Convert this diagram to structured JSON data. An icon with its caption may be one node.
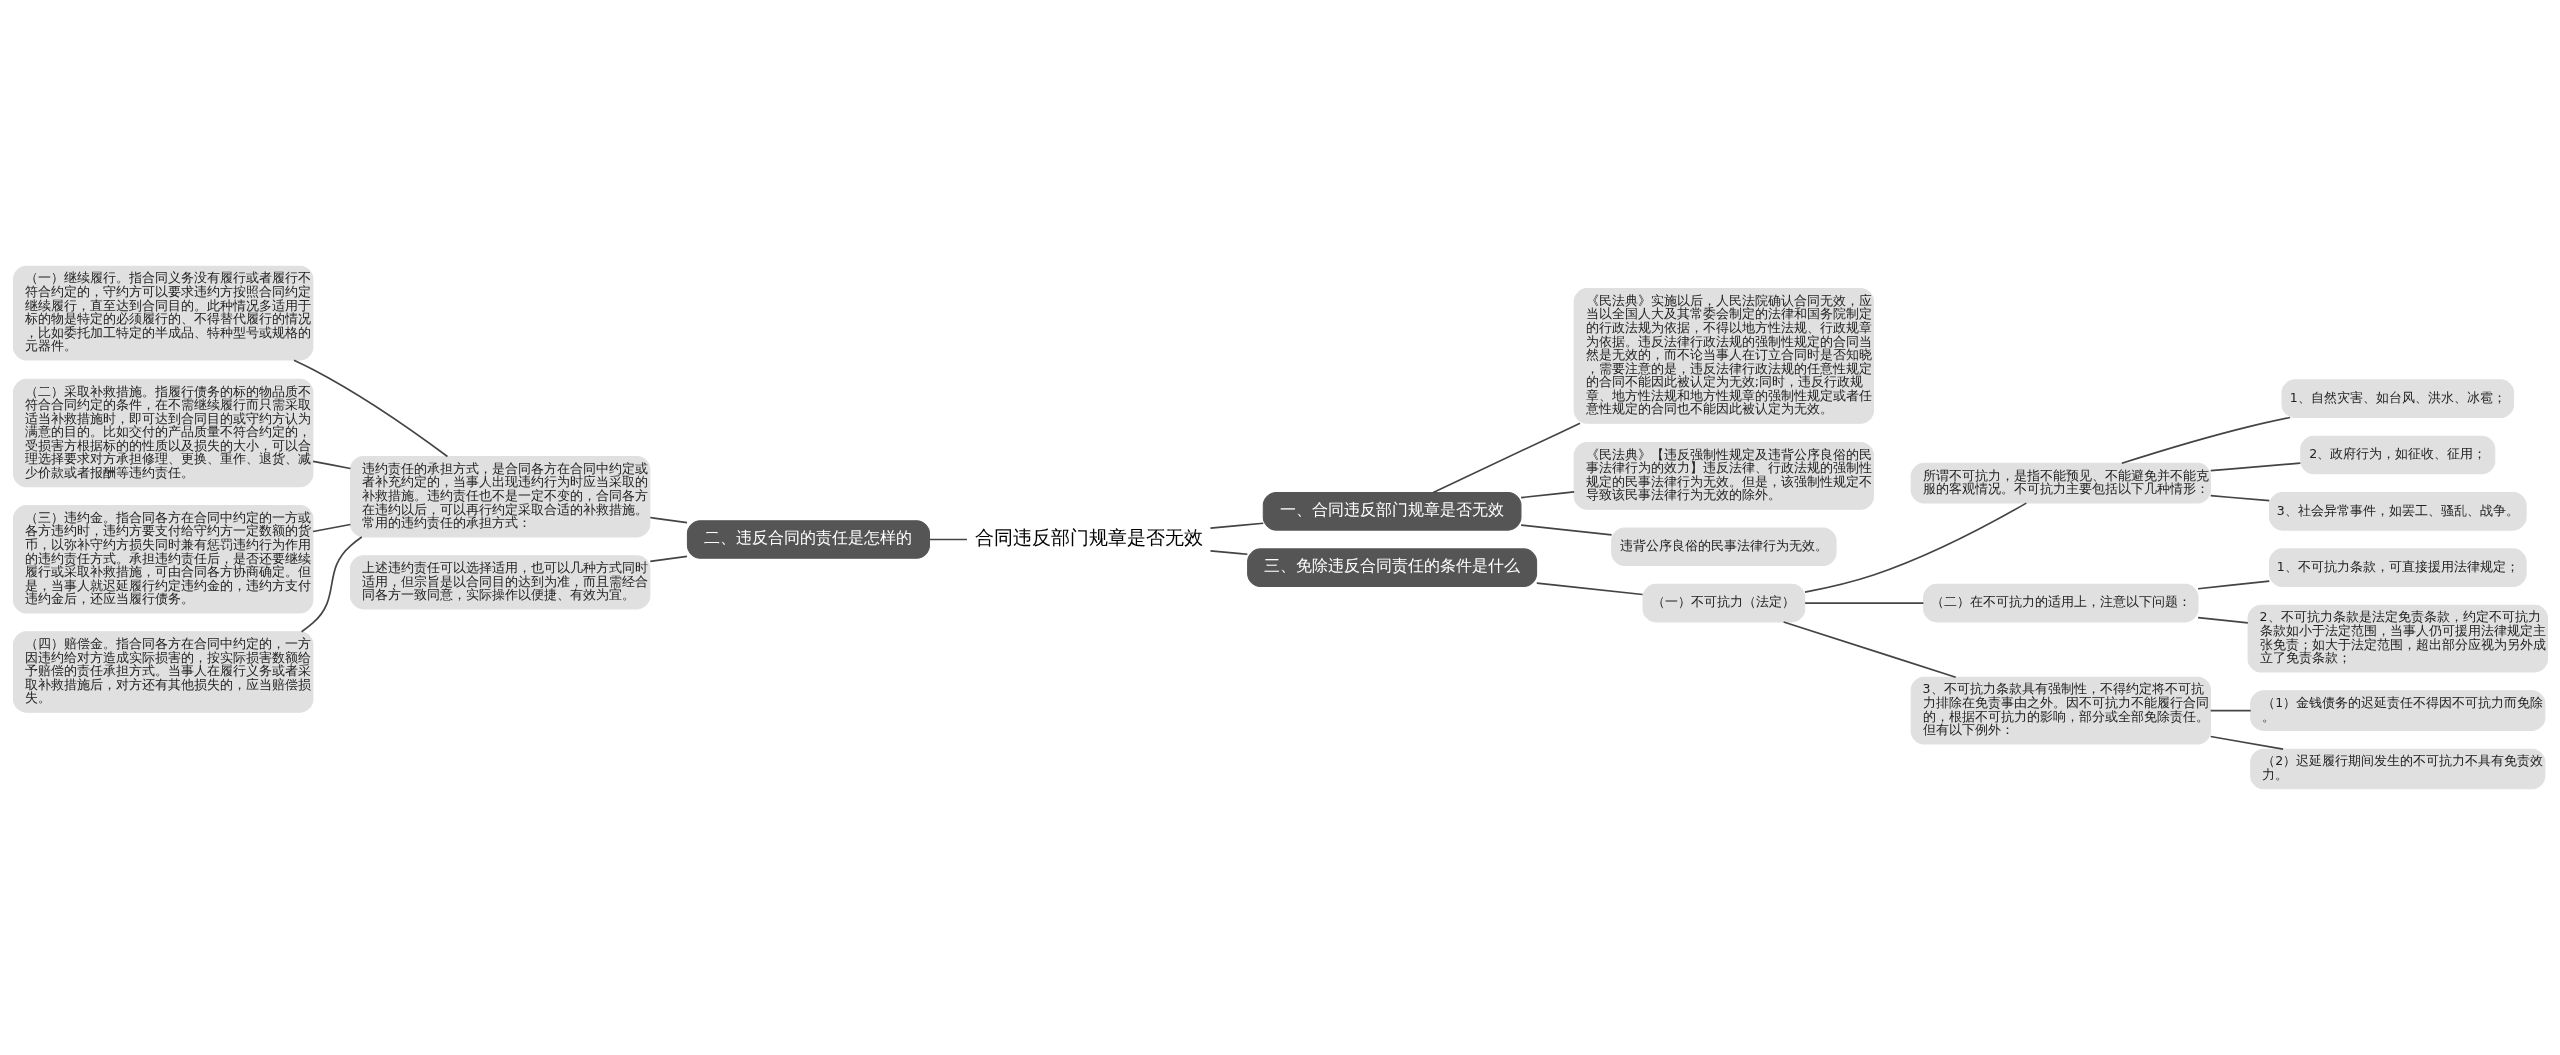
{
  "diagram": {
    "nodes": [
      {
        "text": [
          "合同违反部门规章是否无效"
        ]
      },
      {
        "text": [
          "一、合同违反部门规章是否无效"
        ]
      },
      {
        "text": [
          "《民法典》实施以后，人民法院确认合同无效，应当以全国人大及其常委会制定的法律和国务院制定的行政法规为依据，不得以地方性法规、行政规章为依据。违反法律行政法规的强制性规定的合同当然是无效的，而不论当事人在订立合同时是否知晓，需要注意的是，违反法律行政法规的任意性规定的合同不能因此被认定为无效;同时，违反行政规章、地方性法规和地方性规章的强制性规定或者任意性规定的合同也不能因此被认定为无效。"
        ]
      },
      {
        "text": [
          "《民法典》【违反强制性规定及违背公序良俗的民事法律行为的效力】违反法律、行政法规的强制性规定的民事法律行为无效。但是，该强制性规定不导致该民事法律行为无效的除外。"
        ]
      },
      {
        "text": [
          "违背公序良俗的民事法律行为无效。"
        ]
      },
      {
        "text": [
          "三、免除违反合同责任的条件是什么"
        ]
      },
      {
        "text": [
          "（一）不可抗力（法定）"
        ]
      },
      {
        "text": [
          "所谓不可抗力，是指不能预见、不能避免并不能克服的客观情况。不可抗力主要包括以下几种情形："
        ]
      },
      {
        "text": [
          "1、自然灾害、如台风、洪水、冰雹；"
        ]
      },
      {
        "text": [
          "2、政府行为，如征收、征用；"
        ]
      },
      {
        "text": [
          "3、社会异常事件，如罢工、骚乱、战争。"
        ]
      },
      {
        "text": [
          "（二）在不可抗力的适用上，注意以下问题："
        ]
      },
      {
        "text": [
          "1、不可抗力条款，可直接援用法律规定；"
        ]
      },
      {
        "text": [
          "2、不可抗力条款是法定免责条款，约定不可抗力条款如小于法定范围，当事人仍可援用法律规定主张免责；如大于法定范围，超出部分应视为另外成立了免责条款；"
        ]
      },
      {
        "text": [
          "3、不可抗力条款具有强制性，不得约定将不可抗力排除在免责事由之外。因不可抗力不能履行合同的，根据不可抗力的影响，部分或全部免除责任。但有以下例外："
        ]
      },
      {
        "text": [
          "（1）金钱债务的迟延责任不得因不可抗力而免除。"
        ]
      },
      {
        "text": [
          "（2）迟延履行期间发生的不可抗力不具有免责效力。"
        ]
      },
      {
        "text": [
          "二、违反合同的责任是怎样的"
        ]
      },
      {
        "text": [
          "违约责任的承担方式，是合同各方在合同中约定或者补充约定的，当事人出现违约行为时应当采取的补救措施。违约责任也不是一定不变的，合同各方在违约以后，可以再行约定采取合适的补救措施。常用的违约责任的承担方式："
        ]
      },
      {
        "text": [
          "（一）继续履行。指合同义务没有履行或者履行不符合约定的，守约方可以要求违约方按照合同约定继续履行，直至达到合同目的。此种情况多适用于标的物是特定的必须履行的、不得替代履行的情况，比如委托加工特定的半成品、特种型号或规格的元器件。"
        ]
      },
      {
        "text": [
          "（二）采取补救措施。指履行债务的标的物品质不符合合同约定的条件，在不需继续履行而只需采取适当补救措施时，即可达到合同目的或守约方认为满意的目的。比如交付的产品质量不符合约定的，受损害方根据标的的性质以及损失的大小，可以合理选择要求对方承担修理、更换、重作、退货、减少价款或者报酬等违约责任。"
        ]
      },
      {
        "text": [
          "（三）违约金。指合同各方在合同中约定的一方或各方违约时，违约方要支付给守约方一定数额的货币，以弥补守约方损失同时兼有惩罚违约行为作用的违约责任方式。承担违约责任后，是否还要继续履行或采取补救措施，可由合同各方协商确定。但是，当事人就迟延履行约定违约金的，违约方支付违约金后，还应当履行债务。"
        ]
      },
      {
        "text": [
          "（四）赔偿金。指合同各方在合同中约定的，一方因违约给对方造成实际损害的，按实际损害数额给予赔偿的责任承担方式。当事人在履行义务或者采取补救措施后，对方还有其他损失的，应当赔偿损失。"
        ]
      },
      {
        "text": [
          "上述违约责任可以选择适用，也可以几种方式同时适用，但宗旨是以合同目的达到为准，而且需经合同各方一致同意，实际操作以便捷、有效为宜。"
        ]
      }
    ],
    "edges": [
      {
        "from": 0,
        "to": 1,
        "arrow": "none"
      },
      {
        "from": 1,
        "to": 2,
        "arrow": "none"
      },
      {
        "from": 1,
        "to": 3,
        "arrow": "none"
      },
      {
        "from": 1,
        "to": 4,
        "arrow": "none"
      },
      {
        "from": 0,
        "to": 5,
        "arrow": "none"
      },
      {
        "from": 5,
        "to": 6,
        "arrow": "none"
      },
      {
        "from": 6,
        "to": 7,
        "arrow": "none"
      },
      {
        "from": 7,
        "to": 8,
        "arrow": "none"
      },
      {
        "from": 7,
        "to": 9,
        "arrow": "none"
      },
      {
        "from": 7,
        "to": 10,
        "arrow": "none"
      },
      {
        "from": 6,
        "to": 11,
        "arrow": "none"
      },
      {
        "from": 11,
        "to": 12,
        "arrow": "none"
      },
      {
        "from": 11,
        "to": 13,
        "arrow": "none"
      },
      {
        "from": 6,
        "to": 14,
        "arrow": "none"
      },
      {
        "from": 14,
        "to": 15,
        "arrow": "none"
      },
      {
        "from": 14,
        "to": 16,
        "arrow": "none"
      },
      {
        "from": 17,
        "to": 0,
        "arrow": "none"
      },
      {
        "from": 18,
        "to": 17,
        "arrow": "none"
      },
      {
        "from": 19,
        "to": 18,
        "arrow": "none"
      },
      {
        "from": 20,
        "to": 18,
        "arrow": "none"
      },
      {
        "from": 21,
        "to": 18,
        "arrow": "none"
      },
      {
        "from": 22,
        "to": 18,
        "arrow": "none"
      },
      {
        "from": 23,
        "to": 17,
        "arrow": "none"
      }
    ]
  }
}
